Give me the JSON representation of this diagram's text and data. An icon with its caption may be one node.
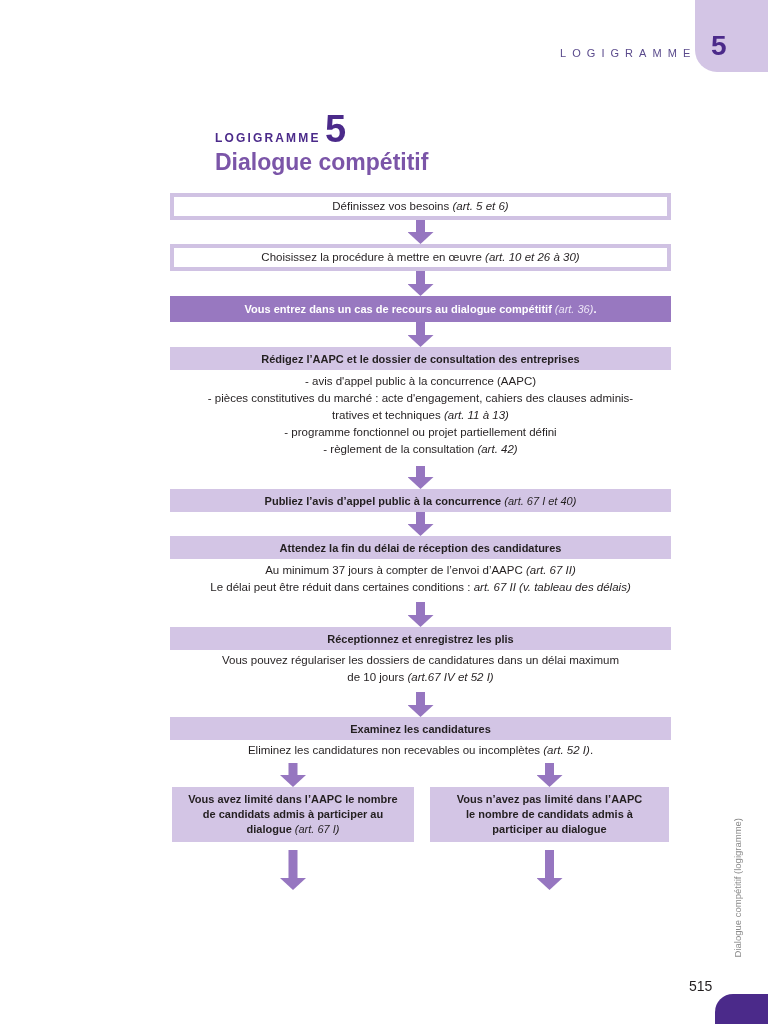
{
  "diagram": {
    "title": "Dialogue compétitif",
    "nodes": [
      {
        "text": [
          "Définissez vos besoins *(art. 5 et 6)*"
        ]
      },
      {
        "text": [
          "Choisissez la procédure à mettre en œuvre *(art. 10 et 26 à 30)*"
        ]
      },
      {
        "text": [
          "Vous entrez dans un cas de recours au dialogue compétitif *(art. 36)*."
        ]
      },
      {
        "text": [
          "Rédigez l’AAPC et le dossier de consultation des entreprises",
          "- avis d'appel public à la concurrence (AAPC)",
          "- pièces constitutives du marché : acte d'engagement, cahiers des clauses adminis-tratives et techniques *(art. 11 à 13)*",
          "- programme fonctionnel ou projet partiellement défini",
          "- règlement de la consultation *(art. 42)*"
        ]
      },
      {
        "text": [
          "Publiez l’avis d’appel public à la concurrence *(art. 67 I et 40)*"
        ]
      },
      {
        "text": [
          "Attendez la fin du délai de réception des candidatures",
          "Au minimum 37 jours à compter de l’envoi d’AAPC *(art. 67 II)*",
          "Le délai peut être réduit dans certaines conditions : *art. 67 II (v. tableau des délais)*"
        ]
      },
      {
        "text": [
          "Réceptionnez et enregistrez les plis",
          "Vous pouvez régulariser les dossiers de candidatures dans un délai maximum de 10 jours *(art.67 IV et 52 I)*"
        ]
      },
      {
        "text": [
          "Examinez les candidatures",
          "Eliminez les candidatures non recevables ou incomplètes *(art. 52 I)*."
        ]
      },
      {
        "text": [
          "Vous avez limité dans l’AAPC le nombre de candidats admis à participer au dialogue *(art. 67 I)*"
        ]
      },
      {
        "text": [
          "Vous n’avez pas limité dans l’AAPC le nombre de candidats admis à participer au dialogue"
        ]
      }
    ],
    "edges": [
      {
        "from": 0,
        "to": 1,
        "arrow": "to"
      },
      {
        "from": 1,
        "to": 2,
        "arrow": "to"
      },
      {
        "from": 2,
        "to": 3,
        "arrow": "to"
      },
      {
        "from": 3,
        "to": 4,
        "arrow": "to"
      },
      {
        "from": 4,
        "to": 5,
        "arrow": "to"
      },
      {
        "from": 5,
        "to": 6,
        "arrow": "to"
      },
      {
        "from": 6,
        "to": 7,
        "arrow": "to"
      },
      {
        "from": 7,
        "to": 8,
        "arrow": "to"
      },
      {
        "from": 7,
        "to": 9,
        "arrow": "to"
      },
      {
        "from": 8,
        "to": null,
        "arrow": "to"
      },
      {
        "from": 9,
        "to": null,
        "arrow": "to"
      }
    ],
    "labels": [
      "LOGIGRAMME",
      "5",
      "LOGIGRAMME",
      "5",
      "Dialogue compétitif (logigramme)",
      "515"
    ]
  }
}
